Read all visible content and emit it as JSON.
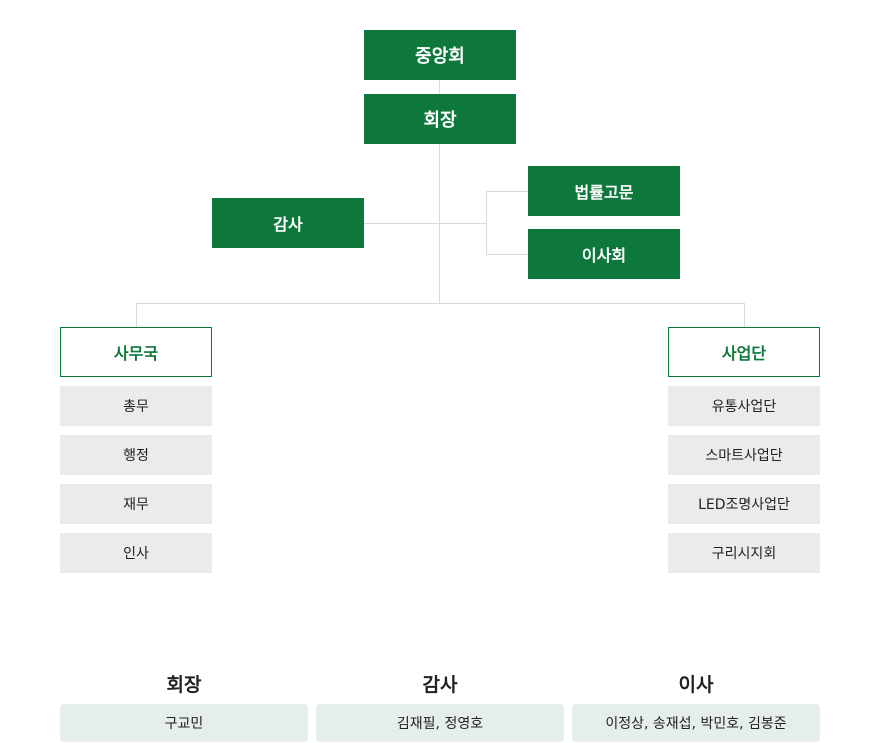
{
  "org": {
    "top": "중앙회",
    "chairman": "회장",
    "auditor": "감사",
    "legal": "법률고문",
    "board": "이사회",
    "secretariat": {
      "title": "사무국",
      "items": [
        "총무",
        "행정",
        "재무",
        "인사"
      ]
    },
    "business": {
      "title": "사업단",
      "items": [
        "유통사업단",
        "스마트사업단",
        "LED조명사업단",
        "구리시지회"
      ]
    }
  },
  "members": [
    {
      "role": "회장",
      "names": "구교민"
    },
    {
      "role": "감사",
      "names": "김재필, 정영호"
    },
    {
      "role": "이사",
      "names": "이정상, 송재섭, 박민호, 김봉준"
    }
  ]
}
